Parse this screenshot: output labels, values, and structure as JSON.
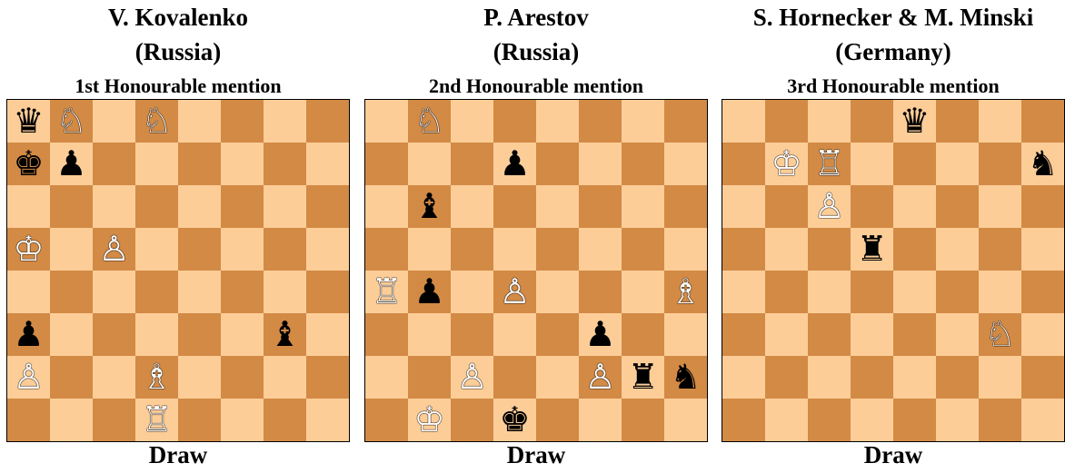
{
  "colors": {
    "light_square": "#fdcd98",
    "dark_square": "#d28a45"
  },
  "symbols": {
    "K": "♔",
    "Q": "♕",
    "R": "♖",
    "B": "♗",
    "N": "♘",
    "P": "♙",
    "k": "♚",
    "q": "♛",
    "r": "♜",
    "b": "♝",
    "n": "♞",
    "p": "♟"
  },
  "piece_names": {
    "k": "king",
    "q": "queen",
    "r": "rook",
    "b": "bishop",
    "n": "knight",
    "p": "pawn"
  },
  "diagrams": [
    {
      "author": "V. Kovalenko",
      "country": "(Russia)",
      "award": "1st Honourable mention",
      "result": "Draw",
      "position": [
        "qN.N....",
        "kp......",
        "........",
        "K.P.....",
        "........",
        "p.....b.",
        "P..B....",
        "...R...."
      ]
    },
    {
      "author": "P. Arestov",
      "country": "(Russia)",
      "award": "2nd Honourable mention",
      "result": "Draw",
      "position": [
        ".N......",
        "...p....",
        ".b......",
        "........",
        "Rp.P...B",
        ".....p..",
        "..P..Prn",
        ".K.k...."
      ]
    },
    {
      "author": "S. Hornecker & M. Minski",
      "country": "(Germany)",
      "award": "3rd Honourable mention",
      "result": "Draw",
      "position": [
        "....q...",
        ".KR....n",
        "..P.....",
        "...r....",
        "........",
        "......N.",
        "........",
        "........"
      ]
    }
  ]
}
